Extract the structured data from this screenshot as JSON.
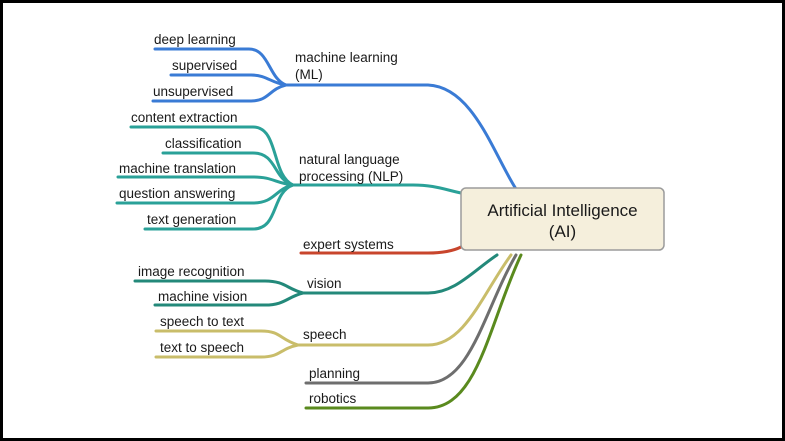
{
  "center": {
    "line1": "Artificial Intelligence",
    "line2": "(AI)"
  },
  "colors": {
    "ml": "#3a7bd5",
    "nlp": "#2aa198",
    "expert": "#c8452c",
    "vision": "#23897a",
    "speech": "#c9bd6a",
    "planning": "#6e6e6e",
    "robotics": "#5a8a1e",
    "center_fill": "#f5efdc",
    "center_border": "#9b9b9b"
  },
  "branches": {
    "ml": {
      "label_line1": "machine learning",
      "label_line2": "(ML)",
      "children": [
        "deep learning",
        "supervised",
        "unsupervised"
      ]
    },
    "nlp": {
      "label_line1": "natural language",
      "label_line2": "processing (NLP)",
      "children": [
        "content extraction",
        "classification",
        "machine translation",
        "question answering",
        "text generation"
      ]
    },
    "expert": {
      "label": "expert systems"
    },
    "vision": {
      "label": "vision",
      "children": [
        "image recognition",
        "machine vision"
      ]
    },
    "speech": {
      "label": "speech",
      "children": [
        "speech to text",
        "text to speech"
      ]
    },
    "planning": {
      "label": "planning"
    },
    "robotics": {
      "label": "robotics"
    }
  }
}
